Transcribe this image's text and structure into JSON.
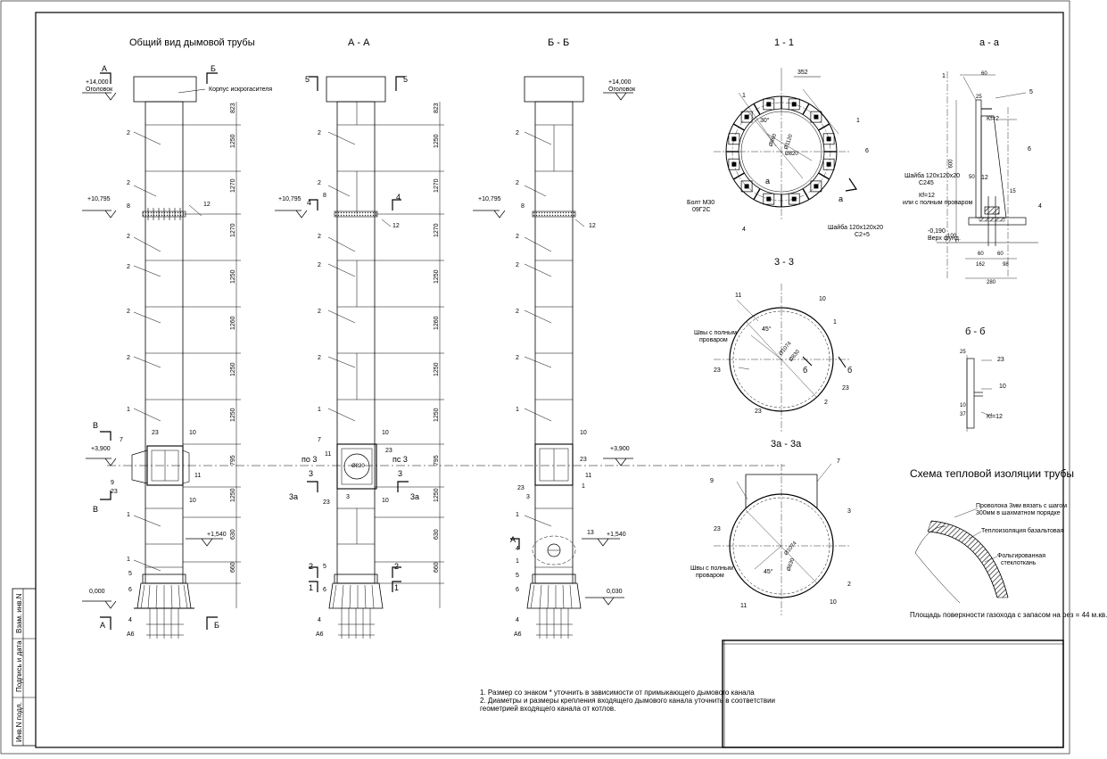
{
  "views": {
    "general": "Общий вид дымовой трубы",
    "aa": "А - А",
    "bb": "Б - Б",
    "s11": "1 - 1",
    "s_aa": "а - а",
    "s33": "3 - 3",
    "s_bb": "б - б",
    "s3a": "3а - 3а",
    "insulation": "Схема тепловой изоляции трубы"
  },
  "elevations": {
    "top": "+14,000",
    "top_note": "Оголовок",
    "mid": "+10,795",
    "flue": "+3,900",
    "low": "+1,540",
    "zero": "0,000",
    "zero_b": "0,030",
    "minus": "-0,190",
    "minus_note": "Верх фунд."
  },
  "dims_col": [
    "823",
    "1250",
    "1270",
    "1270",
    "1250",
    "1260",
    "1250",
    "1250",
    "795",
    "1250",
    "630",
    "660"
  ],
  "callouts": {
    "korpus": "Корпус искрогасителя",
    "bolt": "Болт М30",
    "bolt_b": "09Г2С",
    "washer": "Шайба 120х120х20",
    "washer_b": "С2+5",
    "washer2": "Шайба 120х120х20",
    "washer2_b": "С245",
    "weld": "Кf=12",
    "weld_b": "или с полным проваром",
    "weld_seam": "Швы с полным",
    "weld_seam_b": "проваром",
    "kf2": "Кf=2",
    "kf12": "Кf=12"
  },
  "marks": {
    "A": "А",
    "B": "Б",
    "V": "В",
    "s2": "2",
    "s1": "1",
    "s3": "3",
    "s3a": "3а",
    "s4": "4",
    "s5": "5",
    "a_small": "а",
    "b_small": "б",
    "ab": "А6"
  },
  "pos": [
    "1",
    "2",
    "3",
    "4",
    "5",
    "6",
    "7",
    "8",
    "9",
    "10",
    "11",
    "12",
    "13",
    "23"
  ],
  "s11_dims": {
    "d1": "Ø1120",
    "d2": "Ø860",
    "d3": "Ø820",
    "w": "352",
    "ang": "30°"
  },
  "aa_dims": {
    "top": "60",
    "a": "25",
    "h": "600",
    "b": "50",
    "c": "12",
    "d": "60",
    "w1": "162",
    "w2": "98",
    "w": "280",
    "e": "60",
    "f": "100",
    "g": "10",
    "k": "15"
  },
  "s33_dims": {
    "d1": "Ø1074",
    "d2": "Ø830",
    "ang": "45°"
  },
  "sbb_dims": {
    "a": "25",
    "b": "23",
    "c": "10",
    "d": "37",
    "e": "10"
  },
  "s3a_dims": {
    "d1": "Ø1074",
    "d2": "Ø830",
    "ang": "45°"
  },
  "insulation_labels": {
    "wire": "Проволока 3мм вязать с шагом",
    "wire_b": "300мм в шахматном порядке",
    "basalt": "Теплоизоляция базальтовая",
    "foil": "Фольгированная",
    "foil_b": "стеклоткань",
    "area": "Площадь поверхности газохода с запасом на рез = 44 м.кв."
  },
  "section_aa_labels": {
    "p3": "по 3",
    "n3": "пс 3"
  },
  "notes": [
    "1. Размер со знаком * уточнить в зависимости от примыкающего дымового канала",
    "2. Диаметры и размеры крепления входящего дымового канала уточнить в соответствии",
    "геометрией входящего канала от котлов."
  ],
  "stamp": {
    "inv": "Инв.N подл.",
    "sign": "Подпись и дата",
    "vzam": "Взам. инв.N"
  }
}
